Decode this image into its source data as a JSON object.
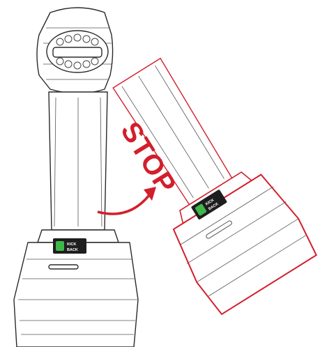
{
  "warning": {
    "label": "STOP"
  },
  "kickback_badge": {
    "line1": "KICK",
    "line2": "BACK"
  },
  "colors": {
    "accent_red": "#d21f2b",
    "outline": "#2a2a2a",
    "indicator_green": "#3fb84a",
    "badge_dark": "#1e1e1e"
  },
  "icons": [
    "drill-tool-icon",
    "kickback-arrow-icon",
    "indicator-light-icon"
  ]
}
